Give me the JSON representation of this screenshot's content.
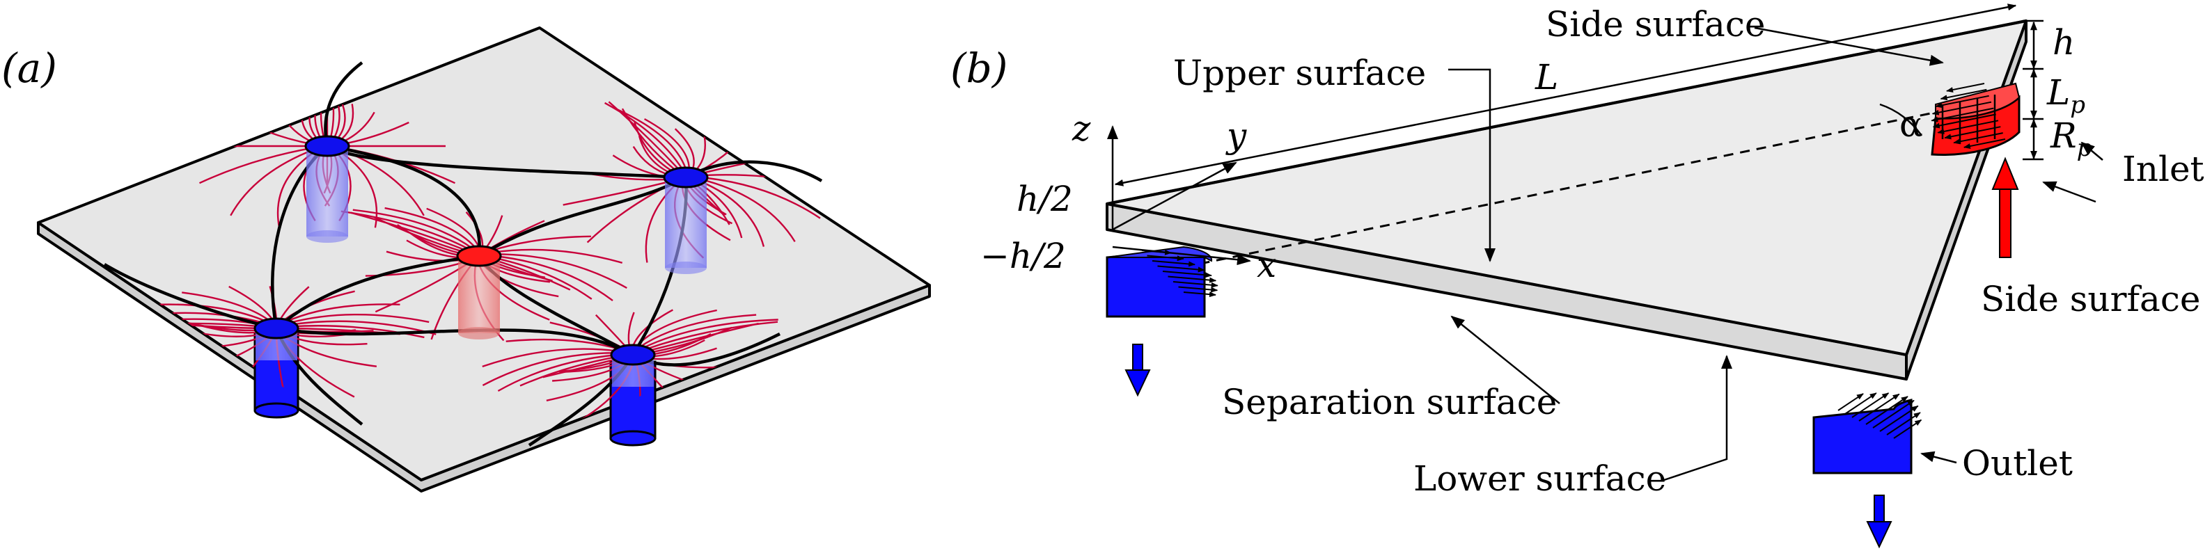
{
  "panels": {
    "a_label": "(a)",
    "b_label": "(b)"
  },
  "labels": {
    "side_surface_top": "Side surface",
    "upper_surface": "Upper surface",
    "length": "L",
    "h": "h",
    "lp_main": "L",
    "lp_sub": "p",
    "rp_main": "R",
    "rp_sub": "p",
    "alpha": "α",
    "inlet": "Inlet",
    "z_axis": "z",
    "y_axis": "y",
    "x_axis": "x",
    "h_half": "h/2",
    "minus_h_half": "−h/2",
    "side_surface_right": "Side surface",
    "separation_surface": "Separation surface",
    "lower_surface": "Lower surface",
    "outlet": "Outlet"
  },
  "colors": {
    "inlet": "#ff0000",
    "outlet": "#0000ff",
    "streamline": "#c8003a",
    "plate_top": "#e6e6e6",
    "plate_side": "#d2d2d2"
  }
}
